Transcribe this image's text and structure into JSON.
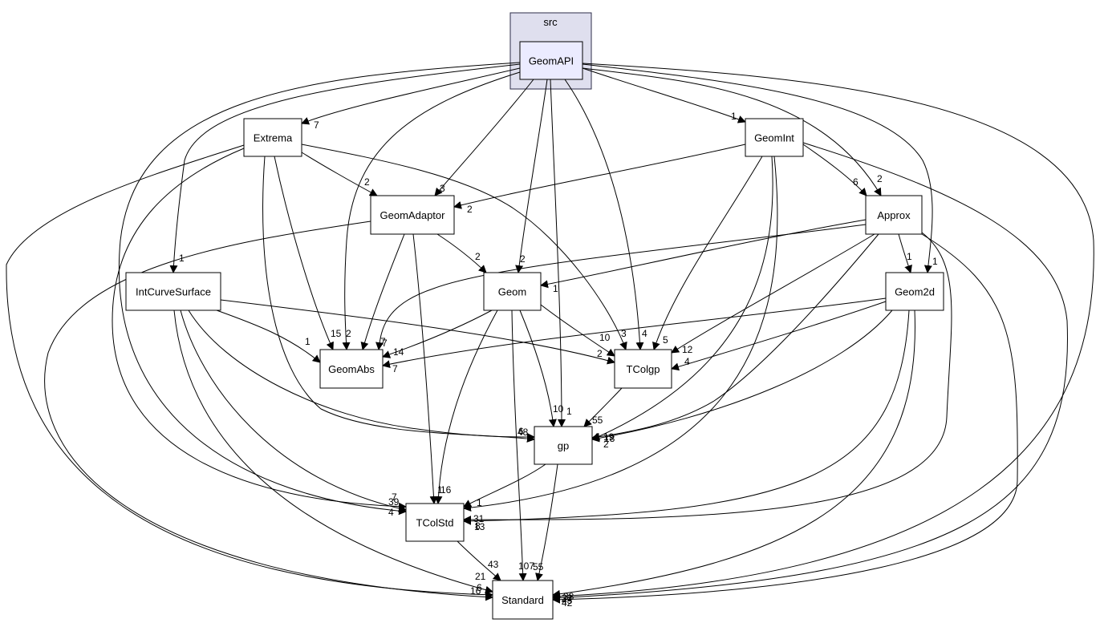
{
  "cluster": {
    "label": "src",
    "fill": "#dfdfee",
    "stroke": "#2e2e4a",
    "main_node": {
      "label": "GeomAPI",
      "fill": "#ebebff"
    }
  },
  "colors": {
    "node_fill": "#ffffff",
    "stroke": "#000000",
    "text": "#000000"
  },
  "nodes": [
    {
      "id": "geomapi",
      "label": "GeomAPI"
    },
    {
      "id": "extrema",
      "label": "Extrema"
    },
    {
      "id": "geomint",
      "label": "GeomInt"
    },
    {
      "id": "geomadaptor",
      "label": "GeomAdaptor"
    },
    {
      "id": "approx",
      "label": "Approx"
    },
    {
      "id": "intcurvesurface",
      "label": "IntCurveSurface"
    },
    {
      "id": "geom",
      "label": "Geom"
    },
    {
      "id": "geom2d",
      "label": "Geom2d"
    },
    {
      "id": "geomabs",
      "label": "GeomAbs"
    },
    {
      "id": "tcolgp",
      "label": "TColgp"
    },
    {
      "id": "gp",
      "label": "gp"
    },
    {
      "id": "tcolstd",
      "label": "TColStd"
    },
    {
      "id": "standard",
      "label": "Standard"
    }
  ],
  "edges": [
    {
      "from": "geomapi",
      "to": "extrema",
      "weight": "7"
    },
    {
      "from": "geomapi",
      "to": "geomint",
      "weight": "1"
    },
    {
      "from": "geomapi",
      "to": "geomadaptor",
      "weight": "3"
    },
    {
      "from": "geomapi",
      "to": "approx",
      "weight": "2"
    },
    {
      "from": "geomapi",
      "to": "intcurvesurface",
      "weight": "1"
    },
    {
      "from": "geomapi",
      "to": "geom",
      "weight": "2"
    },
    {
      "from": "geomapi",
      "to": "geom2d",
      "weight": "1"
    },
    {
      "from": "geomapi",
      "to": "geomabs",
      "weight": "7"
    },
    {
      "from": "geomapi",
      "to": "tcolgp",
      "weight": "4"
    },
    {
      "from": "geomapi",
      "to": "gp",
      "weight": "1"
    },
    {
      "from": "geomapi",
      "to": "tcolstd",
      "weight": "4"
    },
    {
      "from": "geomapi",
      "to": "standard",
      "weight": "32"
    },
    {
      "from": "extrema",
      "to": "geomadaptor",
      "weight": "2"
    },
    {
      "from": "extrema",
      "to": "geomabs",
      "weight": "15"
    },
    {
      "from": "extrema",
      "to": "tcolgp",
      "weight": "3"
    },
    {
      "from": "extrema",
      "to": "gp",
      "weight": "48"
    },
    {
      "from": "extrema",
      "to": "tcolstd",
      "weight": "39"
    },
    {
      "from": "extrema",
      "to": "standard",
      "weight": "16"
    },
    {
      "from": "geomint",
      "to": "geomadaptor",
      "weight": "2"
    },
    {
      "from": "geomint",
      "to": "approx",
      "weight": "6"
    },
    {
      "from": "geomint",
      "to": "tcolgp",
      "weight": "5"
    },
    {
      "from": "geomint",
      "to": "gp",
      "weight": "19"
    },
    {
      "from": "geomint",
      "to": "tcolstd",
      "weight": "31"
    },
    {
      "from": "geomint",
      "to": "standard",
      "weight": "43"
    },
    {
      "from": "geomadaptor",
      "to": "geom",
      "weight": "2"
    },
    {
      "from": "geomadaptor",
      "to": "geomabs",
      "weight": "2"
    },
    {
      "from": "geomadaptor",
      "to": "tcolstd",
      "weight": "1"
    },
    {
      "from": "geomadaptor",
      "to": "standard",
      "weight": "6"
    },
    {
      "from": "approx",
      "to": "geom",
      "weight": "1"
    },
    {
      "from": "approx",
      "to": "geom2d",
      "weight": "1"
    },
    {
      "from": "approx",
      "to": "geomabs",
      "weight": "7"
    },
    {
      "from": "approx",
      "to": "tcolgp",
      "weight": "12"
    },
    {
      "from": "approx",
      "to": "gp",
      "weight": "2"
    },
    {
      "from": "approx",
      "to": "tcolstd",
      "weight": "13"
    },
    {
      "from": "approx",
      "to": "standard",
      "weight": "42"
    },
    {
      "from": "intcurvesurface",
      "to": "geomabs",
      "weight": "1"
    },
    {
      "from": "intcurvesurface",
      "to": "tcolgp",
      "weight": "2"
    },
    {
      "from": "intcurvesurface",
      "to": "gp",
      "weight": "6"
    },
    {
      "from": "intcurvesurface",
      "to": "tcolstd",
      "weight": "7"
    },
    {
      "from": "intcurvesurface",
      "to": "standard",
      "weight": "21"
    },
    {
      "from": "geom",
      "to": "geomabs",
      "weight": "14"
    },
    {
      "from": "geom",
      "to": "tcolgp",
      "weight": "10"
    },
    {
      "from": "geom",
      "to": "gp",
      "weight": "10"
    },
    {
      "from": "geom",
      "to": "tcolstd",
      "weight": "16"
    },
    {
      "from": "geom",
      "to": "standard",
      "weight": "107"
    },
    {
      "from": "geom2d",
      "to": "geomabs",
      "weight": "7"
    },
    {
      "from": "geom2d",
      "to": "tcolgp",
      "weight": "4"
    },
    {
      "from": "geom2d",
      "to": "gp",
      "weight": "18"
    },
    {
      "from": "geom2d",
      "to": "tcolstd",
      "weight": "8"
    },
    {
      "from": "geom2d",
      "to": "standard",
      "weight": "38"
    },
    {
      "from": "tcolgp",
      "to": "gp",
      "weight": "55"
    },
    {
      "from": "gp",
      "to": "tcolstd",
      "weight": "1"
    },
    {
      "from": "gp",
      "to": "standard",
      "weight": "55"
    },
    {
      "from": "tcolstd",
      "to": "standard",
      "weight": "43"
    }
  ]
}
